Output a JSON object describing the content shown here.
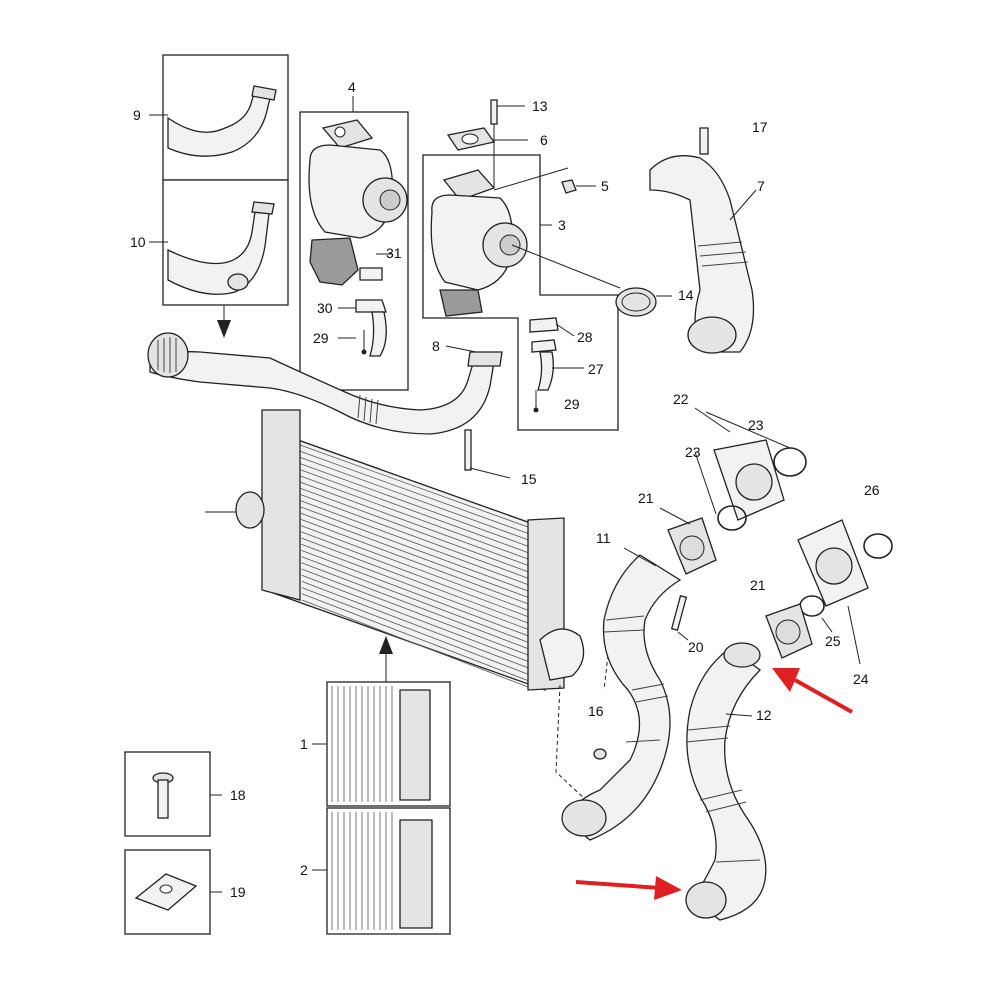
{
  "callouts": [
    "1",
    "2",
    "3",
    "4",
    "5",
    "6",
    "7",
    "8",
    "9",
    "10",
    "11",
    "12",
    "13",
    "14",
    "15",
    "16",
    "17",
    "18",
    "19",
    "20",
    "21",
    "21",
    "22",
    "23",
    "23",
    "24",
    "25",
    "26",
    "27",
    "28",
    "29",
    "29",
    "30",
    "31"
  ],
  "colors": {
    "line": "#222222",
    "highlight_arrow": "#e02020",
    "background": "#ffffff"
  },
  "highlight_arrows": [
    {
      "target_part": "12",
      "direction": "up-left"
    },
    {
      "target_part": "12",
      "direction": "right"
    }
  ]
}
